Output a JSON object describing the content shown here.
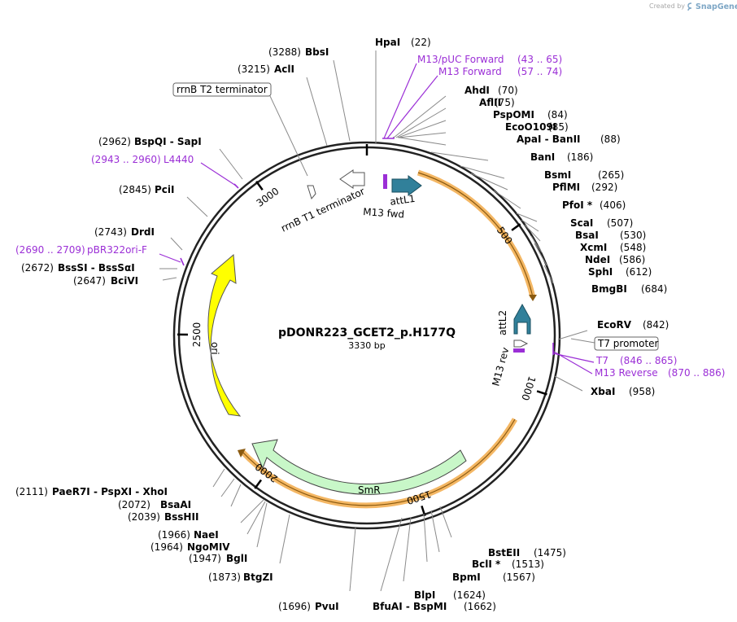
{
  "credit": {
    "prefix": "Created by",
    "brand": "SnapGene"
  },
  "plasmid": {
    "name": "pDONR223_GCET2_p.H177Q",
    "size": "3330 bp"
  },
  "ticks": [
    "500",
    "1000",
    "1500",
    "2000",
    "2500",
    "3000"
  ],
  "enzymes": [
    {
      "name": "HpaI",
      "pos": "(22)"
    },
    {
      "name": "AhdI",
      "pos": "(70)"
    },
    {
      "name": "AflII",
      "pos": "(75)"
    },
    {
      "name": "PspOMI",
      "pos": "(84)"
    },
    {
      "name": "EcoO109I",
      "pos": "(85)"
    },
    {
      "name": "ApaI  -  BanII",
      "pos": "(88)"
    },
    {
      "name": "BanI",
      "pos": "(186)"
    },
    {
      "name": "BsmI",
      "pos": "(265)"
    },
    {
      "name": "PflMI",
      "pos": "(292)"
    },
    {
      "name": "PfoI *",
      "pos": "(406)"
    },
    {
      "name": "ScaI",
      "pos": "(507)"
    },
    {
      "name": "BsaI",
      "pos": "(530)"
    },
    {
      "name": "XcmI",
      "pos": "(548)"
    },
    {
      "name": "NdeI",
      "pos": "(586)"
    },
    {
      "name": "SphI",
      "pos": "(612)"
    },
    {
      "name": "BmgBI",
      "pos": "(684)"
    },
    {
      "name": "EcoRV",
      "pos": "(842)"
    },
    {
      "name": "XbaI",
      "pos": "(958)"
    },
    {
      "name": "BstEII",
      "pos": "(1475)"
    },
    {
      "name": "BclI *",
      "pos": "(1513)"
    },
    {
      "name": "BpmI",
      "pos": "(1567)"
    },
    {
      "name": "BlpI",
      "pos": "(1624)"
    },
    {
      "name": "BfuAI  -  BspMI",
      "pos": "(1662)"
    },
    {
      "name": "PvuI",
      "pos": "(1696)"
    },
    {
      "name": "BtgZI",
      "pos": "(1873)"
    },
    {
      "name": "BglI",
      "pos": "(1947)"
    },
    {
      "name": "NgoMIV",
      "pos": "(1964)"
    },
    {
      "name": "NaeI",
      "pos": "(1966)"
    },
    {
      "name": "BssHII",
      "pos": "(2039)"
    },
    {
      "name": "BsaAI",
      "pos": "(2072)"
    },
    {
      "name": "PaeR7I  -  PspXI  -  XhoI",
      "pos": "(2111)"
    },
    {
      "name": "BciVI",
      "pos": "(2647)"
    },
    {
      "name": "BssSI  -  BssSαI",
      "pos": "(2672)"
    },
    {
      "name": "DrdI",
      "pos": "(2743)"
    },
    {
      "name": "PciI",
      "pos": "(2845)"
    },
    {
      "name": "BspQI  -  SapI",
      "pos": "(2962)"
    },
    {
      "name": "AclI",
      "pos": "(3215)"
    },
    {
      "name": "BbsI",
      "pos": "(3288)"
    }
  ],
  "primers": [
    {
      "name": "M13/pUC Forward",
      "range": "(43 .. 65)"
    },
    {
      "name": "M13 Forward",
      "range": "(57 .. 74)"
    },
    {
      "name": "T7",
      "range": "(846 .. 865)"
    },
    {
      "name": "M13 Reverse",
      "range": "(870 .. 886)"
    },
    {
      "name": "pBR322ori-F",
      "range": "(2690 .. 2709)"
    },
    {
      "name": "L4440",
      "range": "(2943 .. 2960)"
    }
  ],
  "boxed_features": [
    {
      "name": "rrnB T2 terminator"
    },
    {
      "name": "T7 promoter"
    }
  ],
  "features": {
    "attL1": "attL1",
    "m13_fwd": "M13 fwd",
    "rrnB_t1": "rrnB T1 terminator",
    "attL2": "attL2",
    "m13_rev": "M13 rev",
    "ori": "ori",
    "smr": "SmR"
  },
  "colors": {
    "attL": "#31809a",
    "ori": "#ffff00",
    "smr": "#c8f7c8",
    "orf_highlight": "#f4b764",
    "primer": "#9b2fd6",
    "backbone": "#222222"
  }
}
